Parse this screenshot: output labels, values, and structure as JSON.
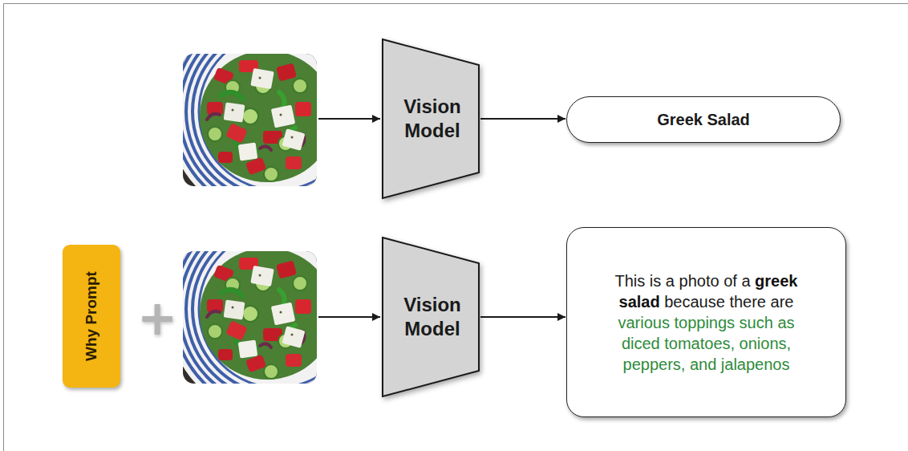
{
  "diagram": {
    "nodes": [
      {
        "text": [
          "Vision Model"
        ]
      },
      {
        "text": [
          "Greek Salad"
        ]
      },
      {
        "text": [
          "Why Prompt"
        ]
      },
      {
        "text": [
          "Vision Model"
        ]
      },
      {
        "text": [
          "This is a photo of a",
          "greek salad",
          "because there are",
          "various toppings such as diced tomatoes, onions, peppers, and jalapenos"
        ]
      }
    ],
    "edges": [
      {
        "from": 0,
        "to": 1,
        "arrow": "to"
      },
      {
        "from": 3,
        "to": 4,
        "arrow": "to"
      }
    ],
    "labels": [
      "+"
    ]
  }
}
